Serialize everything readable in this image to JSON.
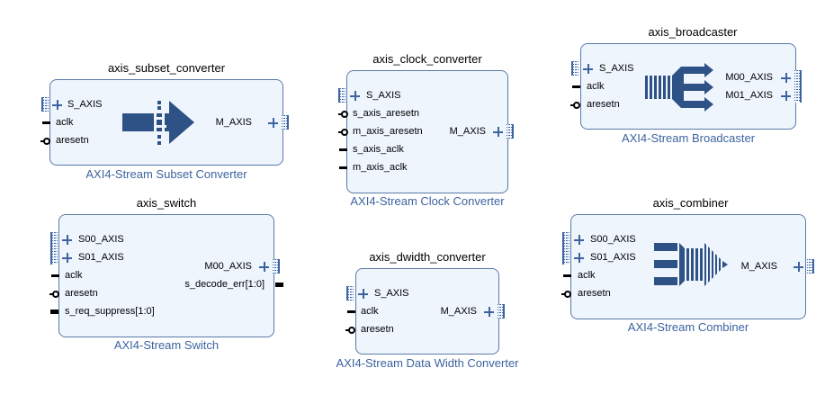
{
  "blocks": {
    "subset": {
      "instance": "axis_subset_converter",
      "ip_name": "AXI4-Stream Subset Converter",
      "inputs": [
        {
          "name": "S_AXIS",
          "kind": "bus"
        },
        {
          "name": "aclk",
          "kind": "clock"
        },
        {
          "name": "aresetn",
          "kind": "reset_n"
        }
      ],
      "outputs": [
        {
          "name": "M_AXIS",
          "kind": "bus"
        }
      ],
      "icon": "subset-converter-arrow-icon"
    },
    "clock": {
      "instance": "axis_clock_converter",
      "ip_name": "AXI4-Stream Clock Converter",
      "inputs": [
        {
          "name": "S_AXIS",
          "kind": "bus"
        },
        {
          "name": "s_axis_aresetn",
          "kind": "reset_n"
        },
        {
          "name": "m_axis_aresetn",
          "kind": "reset_n"
        },
        {
          "name": "s_axis_aclk",
          "kind": "clock"
        },
        {
          "name": "m_axis_aclk",
          "kind": "clock"
        }
      ],
      "outputs": [
        {
          "name": "M_AXIS",
          "kind": "bus"
        }
      ]
    },
    "broadcaster": {
      "instance": "axis_broadcaster",
      "ip_name": "AXI4-Stream Broadcaster",
      "inputs": [
        {
          "name": "S_AXIS",
          "kind": "bus"
        },
        {
          "name": "aclk",
          "kind": "clock"
        },
        {
          "name": "aresetn",
          "kind": "reset_n"
        }
      ],
      "outputs": [
        {
          "name": "M00_AXIS",
          "kind": "bus"
        },
        {
          "name": "M01_AXIS",
          "kind": "bus"
        }
      ],
      "icon": "broadcaster-fanout-icon"
    },
    "switch": {
      "instance": "axis_switch",
      "ip_name": "AXI4-Stream Switch",
      "inputs": [
        {
          "name": "S00_AXIS",
          "kind": "bus"
        },
        {
          "name": "S01_AXIS",
          "kind": "bus"
        },
        {
          "name": "aclk",
          "kind": "clock"
        },
        {
          "name": "aresetn",
          "kind": "reset_n"
        },
        {
          "name": "s_req_suppress[1:0]",
          "kind": "vector"
        }
      ],
      "outputs": [
        {
          "name": "M00_AXIS",
          "kind": "bus"
        },
        {
          "name": "s_decode_err[1:0]",
          "kind": "vector"
        }
      ]
    },
    "dwidth": {
      "instance": "axis_dwidth_converter",
      "ip_name": "AXI4-Stream Data Width Converter",
      "inputs": [
        {
          "name": "S_AXIS",
          "kind": "bus"
        },
        {
          "name": "aclk",
          "kind": "clock"
        },
        {
          "name": "aresetn",
          "kind": "reset_n"
        }
      ],
      "outputs": [
        {
          "name": "M_AXIS",
          "kind": "bus"
        }
      ]
    },
    "combiner": {
      "instance": "axis_combiner",
      "ip_name": "AXI4-Stream Combiner",
      "inputs": [
        {
          "name": "S00_AXIS",
          "kind": "bus"
        },
        {
          "name": "S01_AXIS",
          "kind": "bus"
        },
        {
          "name": "aclk",
          "kind": "clock"
        },
        {
          "name": "aresetn",
          "kind": "reset_n"
        }
      ],
      "outputs": [
        {
          "name": "M_AXIS",
          "kind": "bus"
        }
      ],
      "icon": "combiner-merge-icon"
    }
  },
  "colors": {
    "box_fill": "#eef5fd",
    "box_border": "#5a79a6",
    "accent": "#3d63a0",
    "glyph": "#2e5186"
  }
}
